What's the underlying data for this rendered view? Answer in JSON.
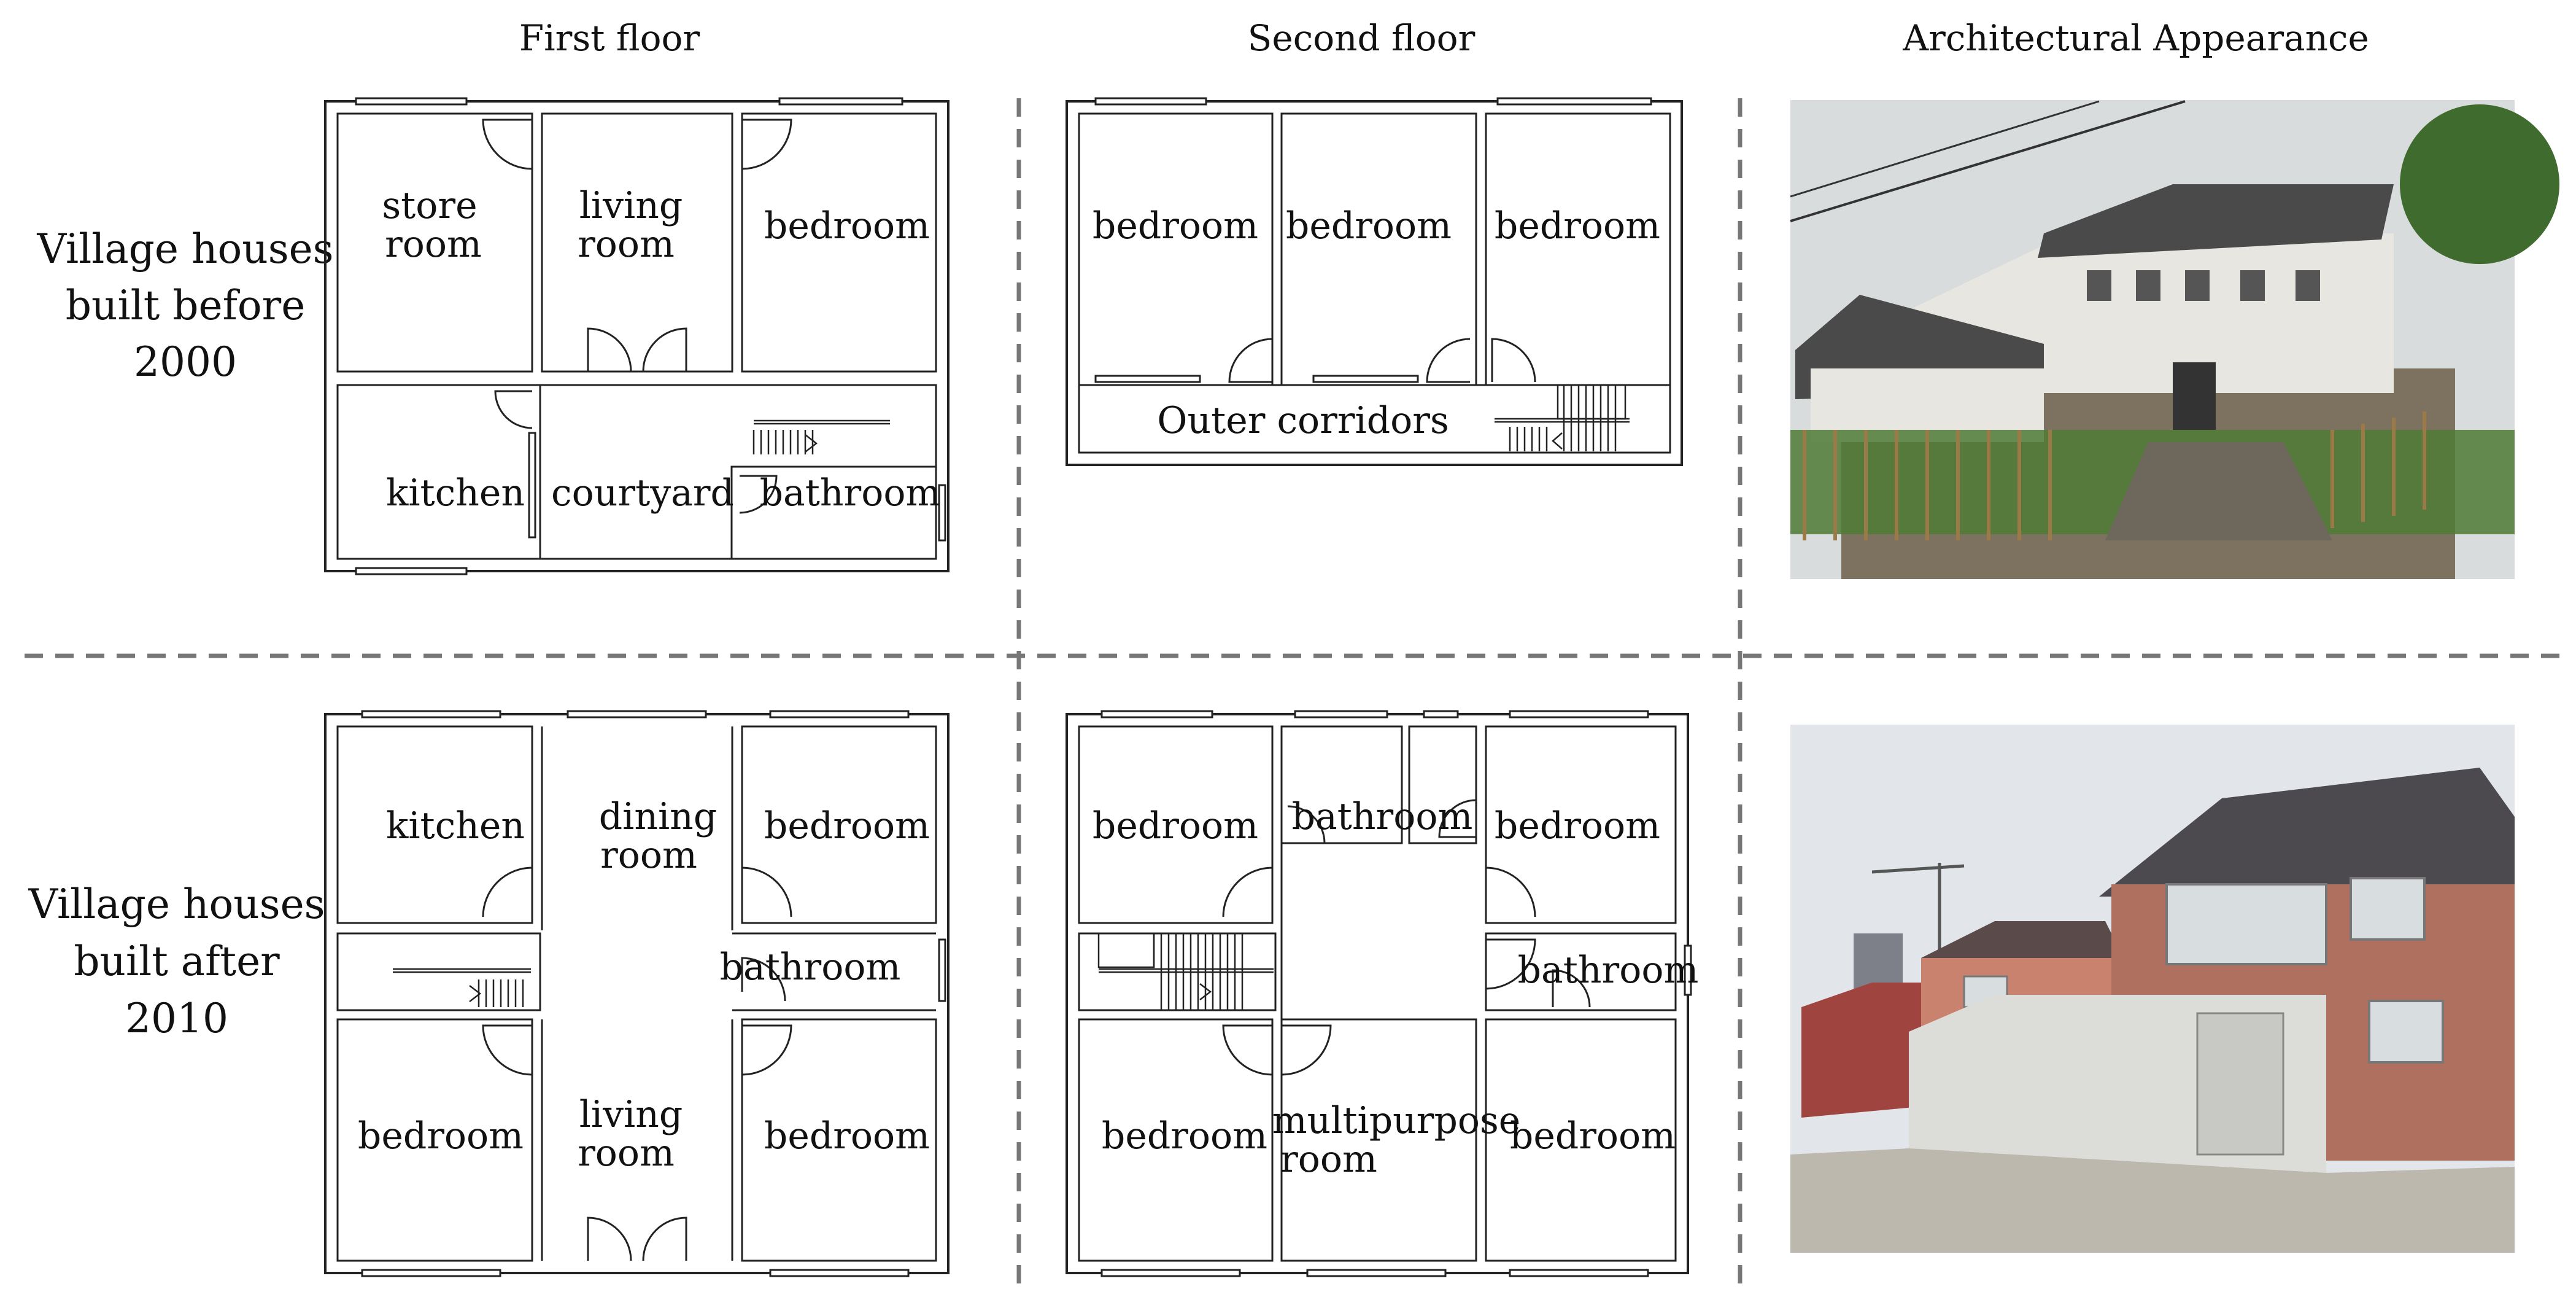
{
  "column_headers": {
    "first_floor": "First floor",
    "second_floor": "Second floor",
    "appearance": "Architectural Appearance"
  },
  "rows": {
    "before_2000": {
      "label_lines": [
        "Village houses",
        "built before",
        "2000"
      ],
      "first_floor_rooms": {
        "store": [
          "store",
          "room"
        ],
        "living": [
          "living",
          "room"
        ],
        "bedroom": "bedroom",
        "kitchen": "kitchen",
        "courtyard": "courtyard",
        "bathroom": "bathroom"
      },
      "second_floor_rooms": {
        "bedroom_left": "bedroom",
        "bedroom_mid": "bedroom",
        "bedroom_right": "bedroom",
        "corridors": "Outer corridors"
      }
    },
    "after_2010": {
      "label_lines": [
        "Village houses",
        "built  after",
        "2010"
      ],
      "first_floor_rooms": {
        "kitchen": "kitchen",
        "dining": [
          "dining",
          "room"
        ],
        "bedroom_top_right": "bedroom",
        "bathroom": "bathroom",
        "bedroom_bottom_left": "bedroom",
        "living": [
          "living",
          "room"
        ],
        "bedroom_bottom_right": "bedroom"
      },
      "second_floor_rooms": {
        "bedroom_top_left": "bedroom",
        "bathroom_top": "bathroom",
        "bedroom_top_right": "bedroom",
        "bathroom_right": "bathroom",
        "bedroom_bottom_left": "bedroom",
        "multipurpose": [
          "multipurpose",
          "room"
        ],
        "bedroom_bottom_right": "bedroom"
      }
    }
  },
  "colors": {
    "line": "#222222",
    "divider": "#777777",
    "sky": "#d8dcdc",
    "wall_white": "#e8e6e1",
    "roof_dark": "#4a4a4a",
    "greenery": "#4f7a36",
    "brick": "#b07060"
  }
}
